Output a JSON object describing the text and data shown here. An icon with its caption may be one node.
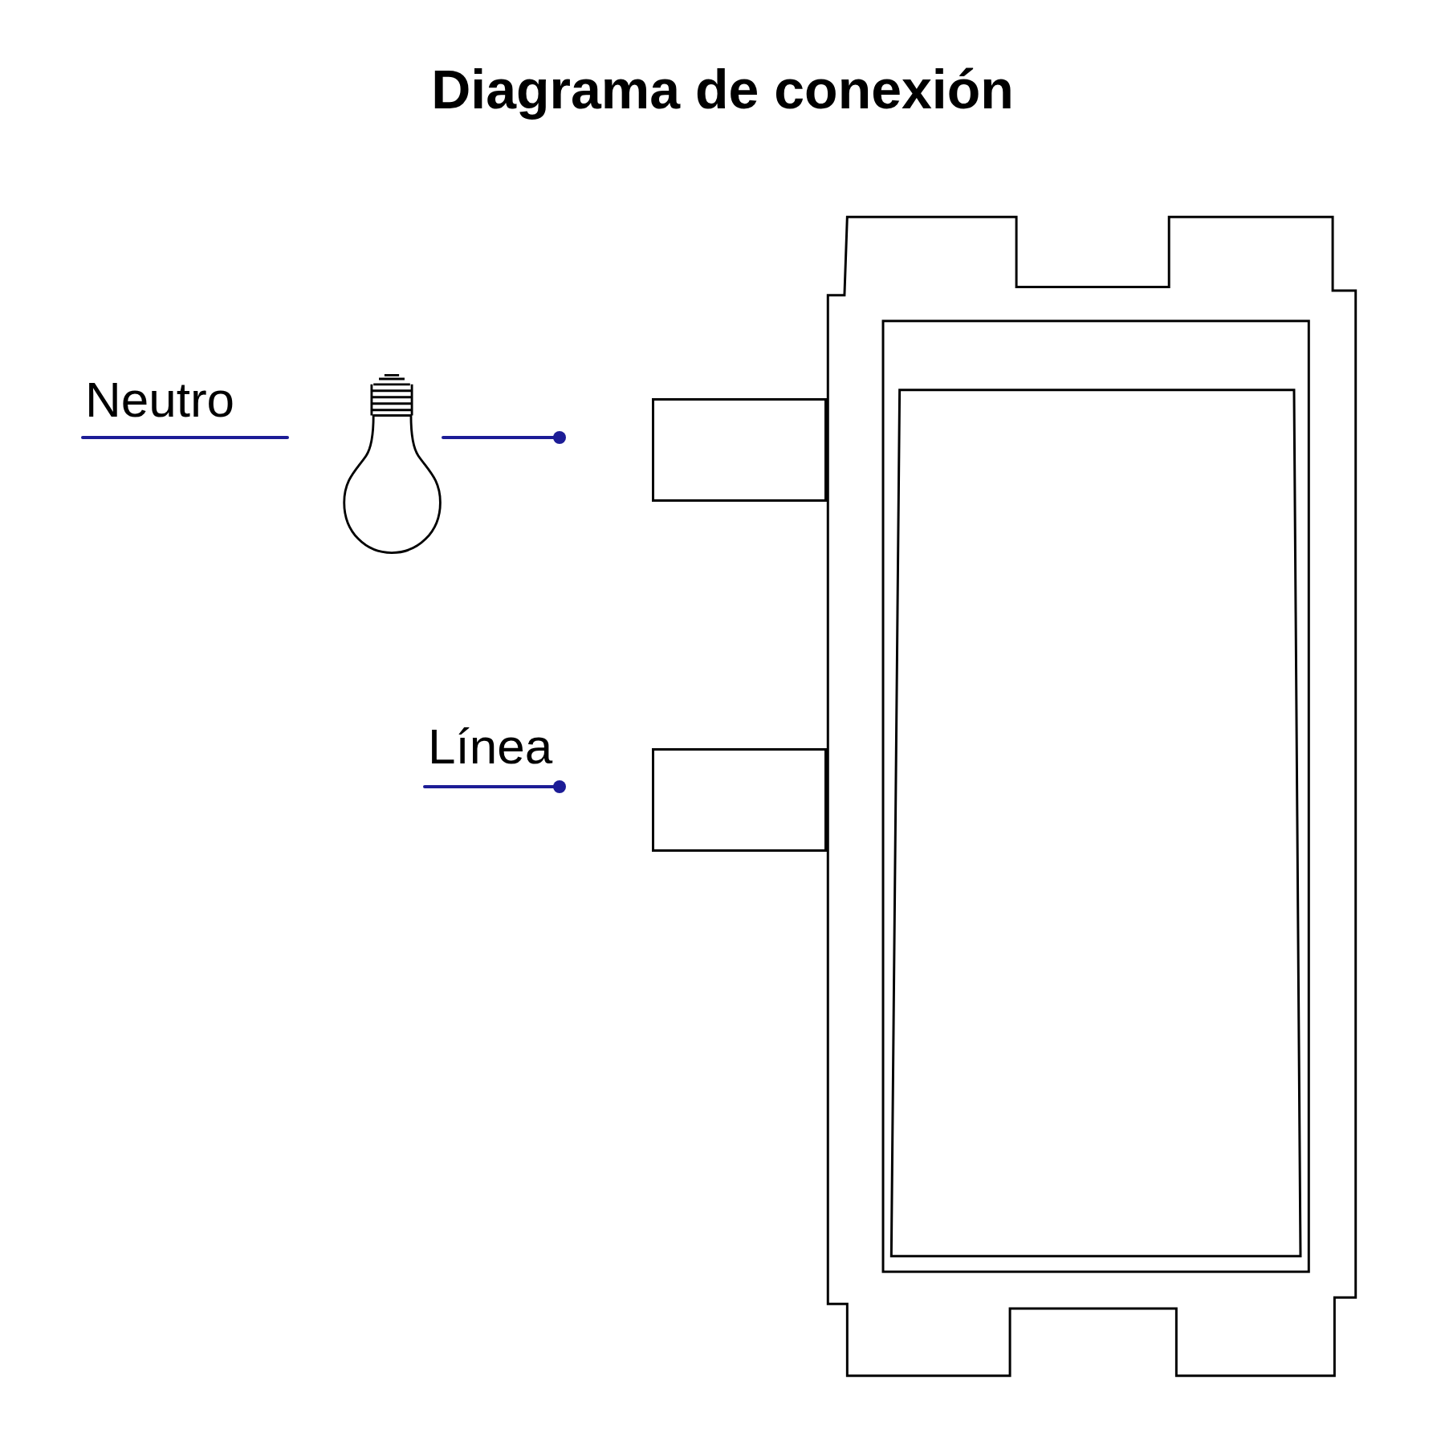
{
  "diagram": {
    "title": "Diagrama de conexión",
    "nodes": [
      {
        "text": [
          "Neutro"
        ]
      },
      {
        "text": [],
        "shape": "picture"
      },
      {
        "text": [],
        "shape": "box"
      },
      {
        "text": [
          "Línea"
        ]
      },
      {
        "text": [],
        "shape": "box"
      },
      {
        "text": [],
        "shape": "picture"
      }
    ],
    "edges": [
      {
        "from": 0,
        "to": null,
        "arrow": "none"
      },
      {
        "from": 1,
        "to": null,
        "arrow": "other"
      },
      {
        "from": 3,
        "to": null,
        "arrow": "other"
      }
    ]
  }
}
